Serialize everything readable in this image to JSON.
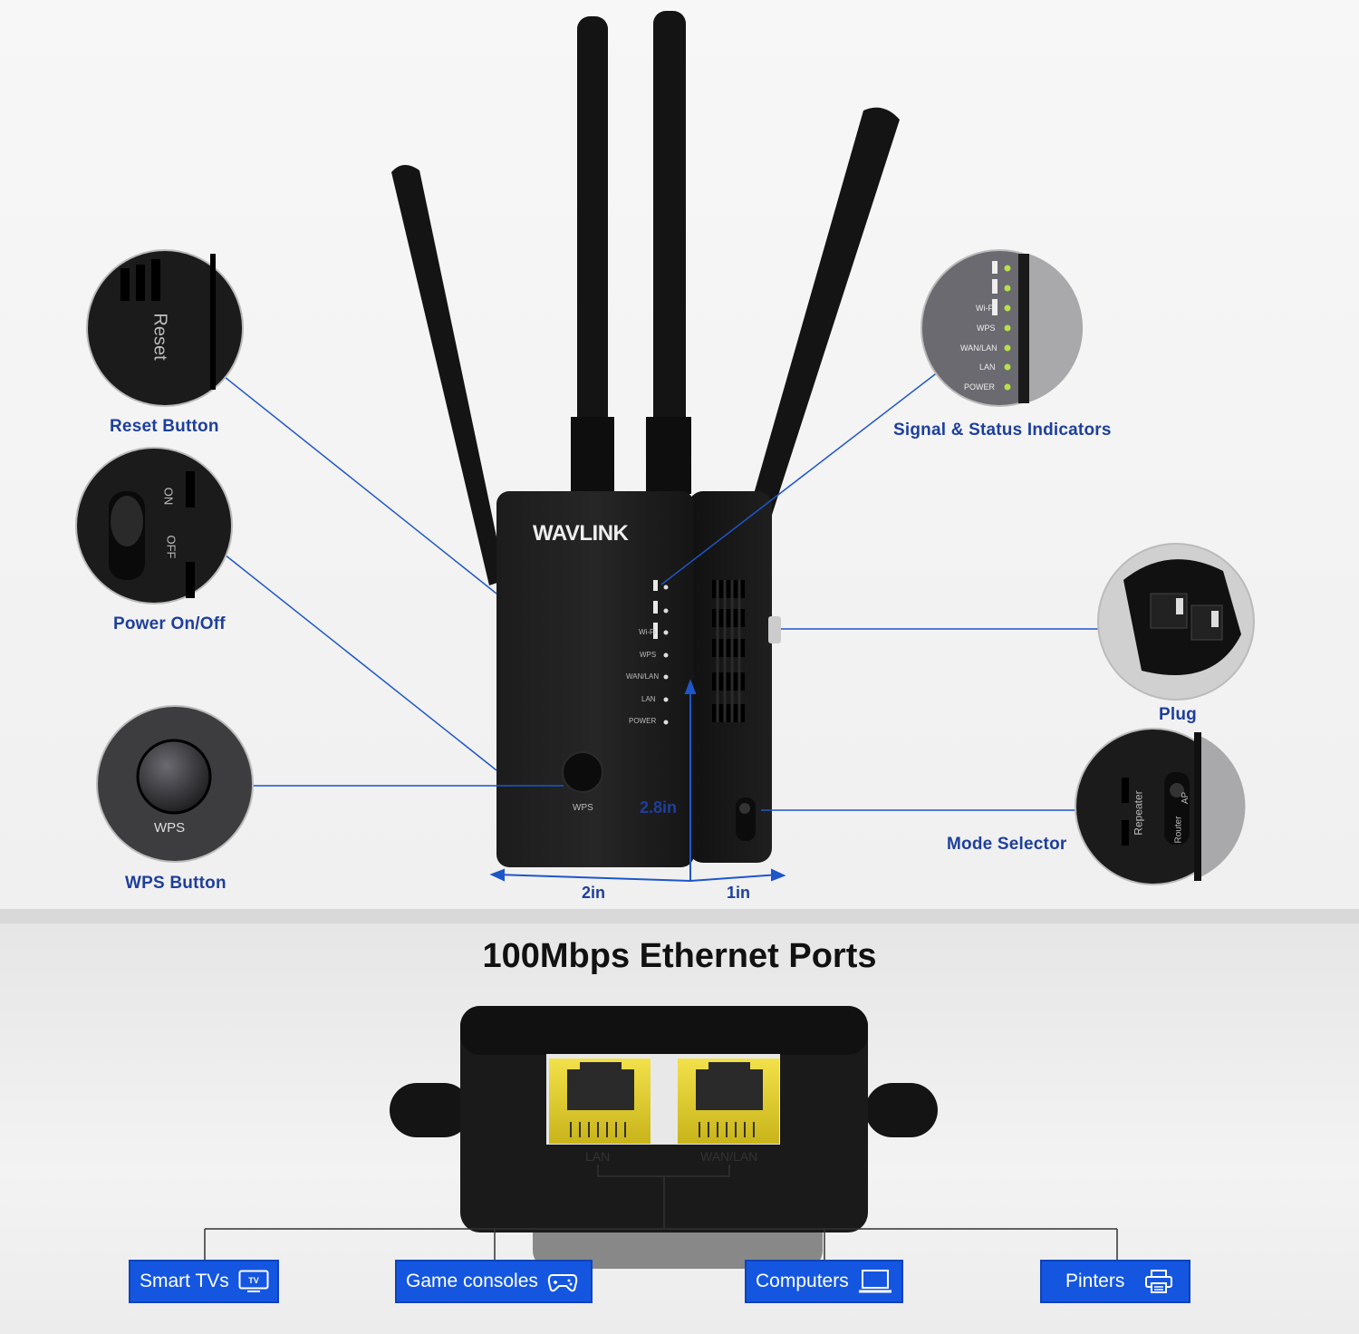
{
  "brand": "WAVLINK",
  "callouts": {
    "reset": "Reset Button",
    "power": "Power On/Off",
    "wps": "WPS Button",
    "signal": "Signal & Status Indicators",
    "plug": "Plug",
    "mode": "Mode Selector"
  },
  "closeups": {
    "reset_text": "Reset",
    "on_text": "ON",
    "off_text": "OFF",
    "wps_text": "WPS",
    "repeater_text": "Repeater",
    "router_text": "Router",
    "ap_text": "AP"
  },
  "indicators": [
    "Wi-Fi",
    "WPS",
    "WAN/LAN",
    "LAN",
    "POWER"
  ],
  "device": {
    "wps_label": "WPS"
  },
  "dimensions": {
    "height": "2.8in",
    "width": "2in",
    "depth": "1in"
  },
  "ports_section": {
    "title": "100Mbps Ethernet Ports",
    "port_labels": [
      "LAN",
      "WAN/LAN"
    ]
  },
  "devices": [
    {
      "label": "Smart TVs",
      "icon": "tv-icon"
    },
    {
      "label": "Game consoles",
      "icon": "gamepad-icon"
    },
    {
      "label": "Computers",
      "icon": "laptop-icon"
    },
    {
      "label": "Pinters",
      "icon": "printer-icon"
    }
  ],
  "colors": {
    "accent_blue": "#1456e0",
    "label_blue": "#1e3f9c",
    "port_yellow": "#e8d22a",
    "led_green": "#b8e04a"
  }
}
